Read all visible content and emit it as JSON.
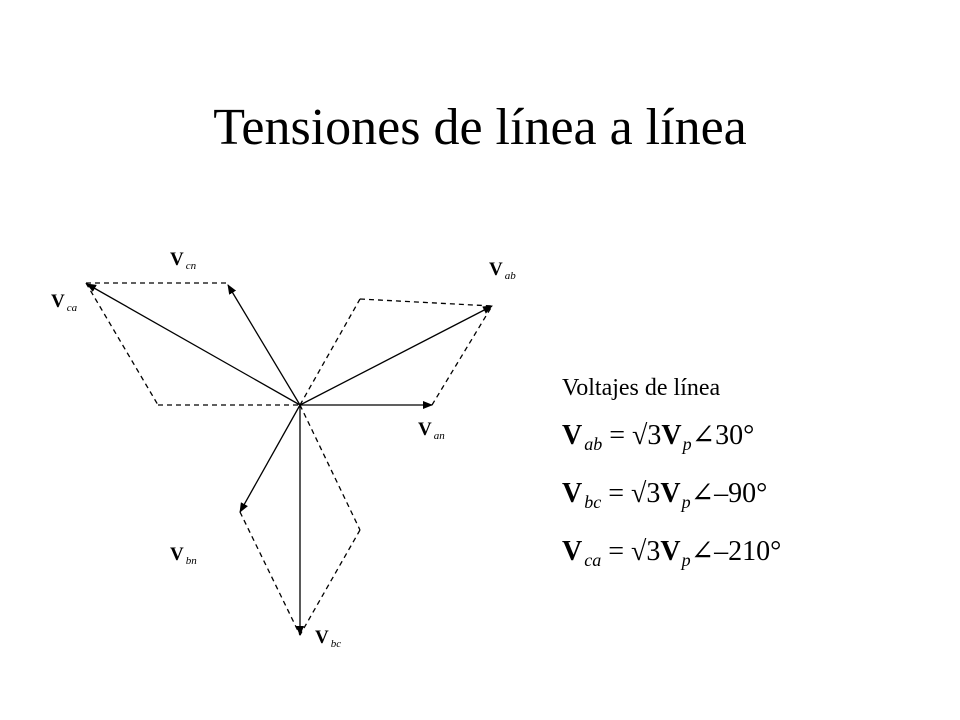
{
  "title": "Tensiones de línea a línea",
  "diagram": {
    "labels": {
      "van": {
        "main": "V",
        "sub": "an"
      },
      "vbn": {
        "main": "V",
        "sub": "bn"
      },
      "vcn": {
        "main": "V",
        "sub": "cn"
      },
      "vab": {
        "main": "V",
        "sub": "ab"
      },
      "vbc": {
        "main": "V",
        "sub": "bc"
      },
      "vca": {
        "main": "V",
        "sub": "ca"
      }
    }
  },
  "formulas": {
    "heading": "Voltajes de línea",
    "equations": [
      {
        "v": "V",
        "sub": "ab",
        "eq": " = ",
        "rhs": "√3",
        "vp": "V",
        "psub": "p",
        "angle": "∠30°"
      },
      {
        "v": "V",
        "sub": "bc",
        "eq": " = ",
        "rhs": "√3",
        "vp": "V",
        "psub": "p",
        "angle": "∠–90°"
      },
      {
        "v": "V",
        "sub": "ca",
        "eq": " = ",
        "rhs": "√3",
        "vp": "V",
        "psub": "p",
        "angle": "∠–210°"
      }
    ]
  }
}
